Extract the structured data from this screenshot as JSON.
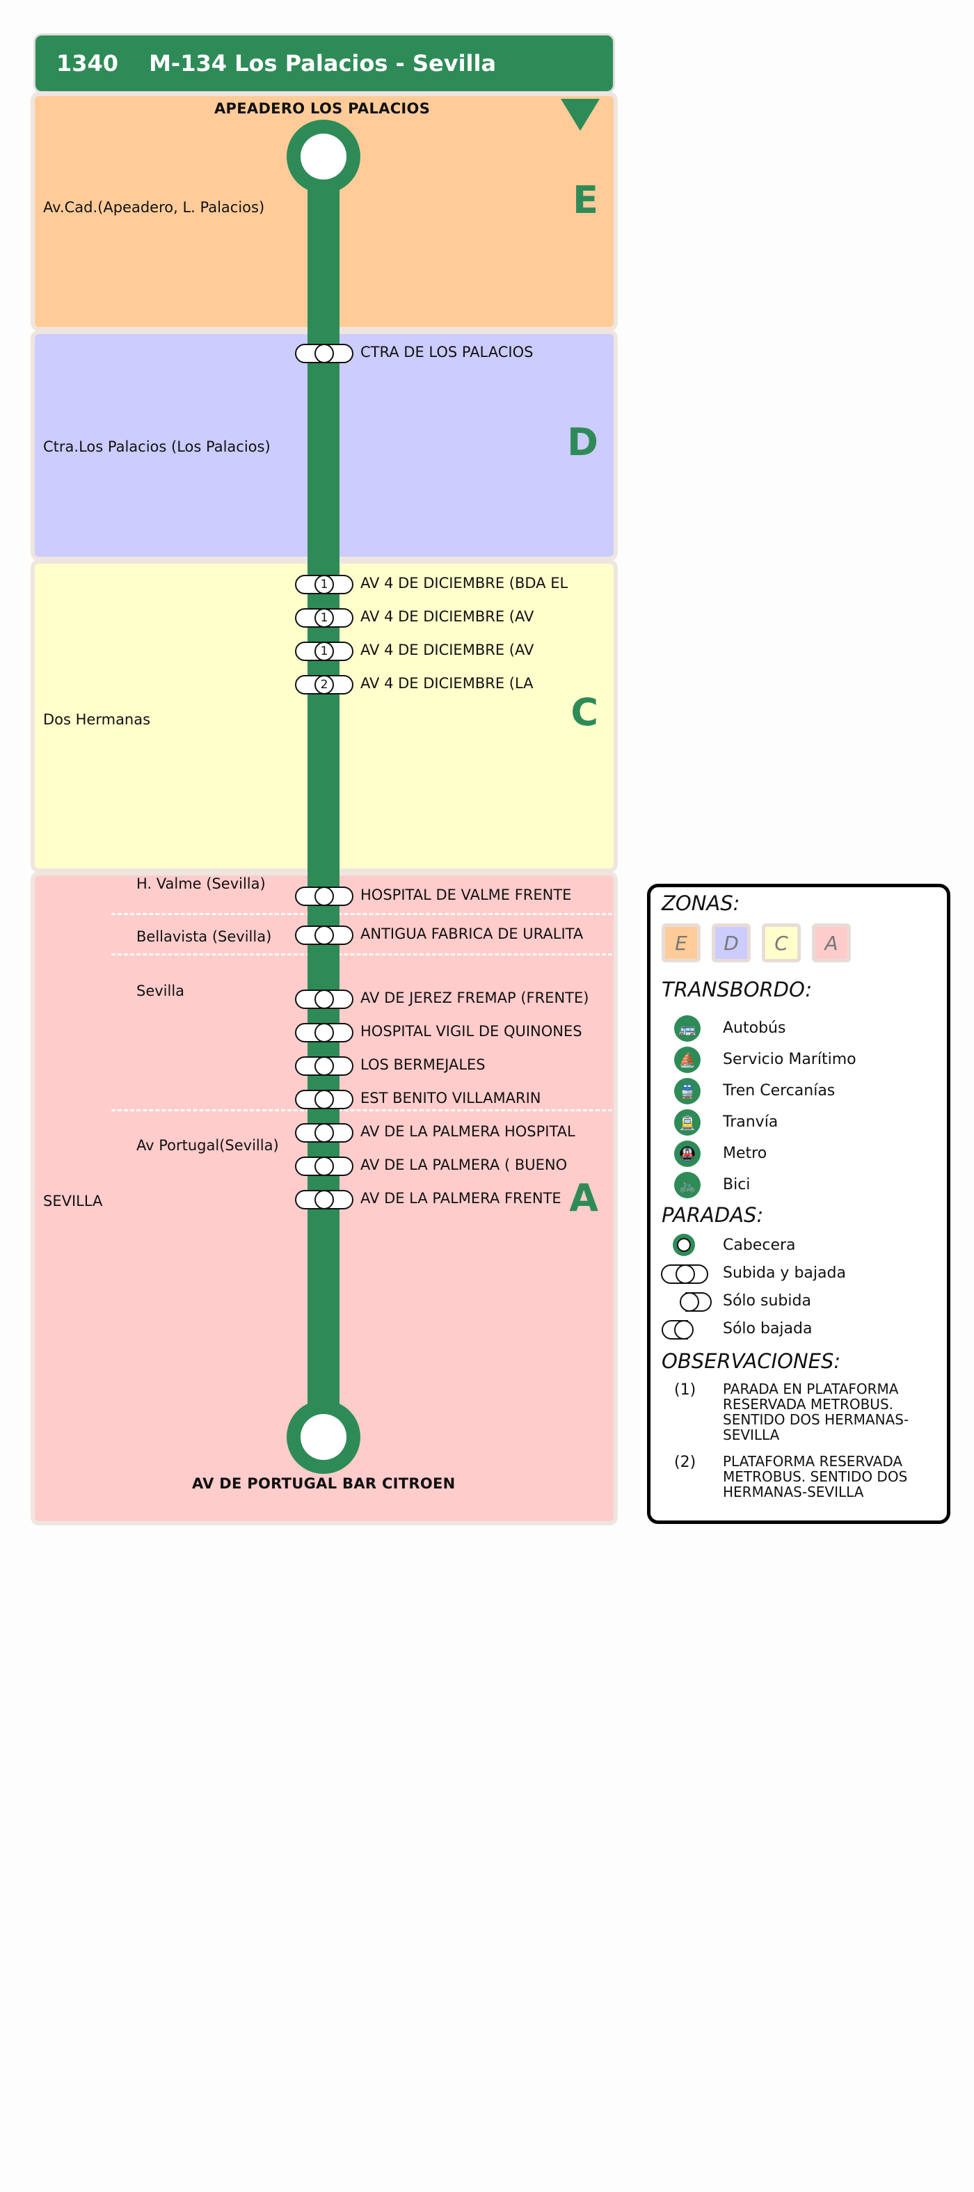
{
  "header": {
    "code": "1340",
    "name": "M-134 Los Palacios - Sevilla"
  },
  "direction_icon": "direction-triangle-icon",
  "terminals": {
    "origin": "APEADERO LOS PALACIOS",
    "destination": "AV DE PORTUGAL BAR CITROEN"
  },
  "zones": [
    {
      "letter": "E",
      "color": "#ffcc99",
      "area": "Av.Cad.(Apeadero, L. Palacios)"
    },
    {
      "letter": "D",
      "color": "#ccccff",
      "area": "Ctra.Los Palacios (Los Palacios)"
    },
    {
      "letter": "C",
      "color": "#ffffcc",
      "area": "Dos Hermanas"
    },
    {
      "letter": "A",
      "color": "#ffcccc",
      "area": "SEVILLA"
    }
  ],
  "sub_areas": [
    "H. Valme (Sevilla)",
    "Bellavista (Sevilla)",
    "Sevilla",
    "Av Portugal(Sevilla)"
  ],
  "stops": [
    {
      "name": "CTRA DE LOS PALACIOS",
      "note": ""
    },
    {
      "name": "AV 4 DE DICIEMBRE (BDA EL",
      "note": "1"
    },
    {
      "name": "AV 4 DE DICIEMBRE (AV",
      "note": "1"
    },
    {
      "name": "AV 4 DE DICIEMBRE (AV",
      "note": "1"
    },
    {
      "name": "AV 4 DE DICIEMBRE (LA",
      "note": "2"
    },
    {
      "name": "HOSPITAL DE VALME FRENTE",
      "note": ""
    },
    {
      "name": "ANTIGUA FABRICA DE URALITA",
      "note": ""
    },
    {
      "name": "AV DE JEREZ FREMAP (FRENTE)",
      "note": ""
    },
    {
      "name": "HOSPITAL VIGIL DE QUINONES",
      "note": ""
    },
    {
      "name": "LOS BERMEJALES",
      "note": ""
    },
    {
      "name": "EST BENITO VILLAMARIN",
      "note": ""
    },
    {
      "name": "AV DE LA PALMERA HOSPITAL",
      "note": ""
    },
    {
      "name": "AV DE LA PALMERA  ( BUENO",
      "note": ""
    },
    {
      "name": "AV DE LA PALMERA FRENTE",
      "note": ""
    }
  ],
  "legend": {
    "zones_title": "ZONAS:",
    "zone_letters": [
      "E",
      "D",
      "C",
      "A"
    ],
    "transfer_title": "TRANSBORDO:",
    "transfers": [
      {
        "label": "Autobús",
        "icon": "bus-icon"
      },
      {
        "label": "Servicio Marítimo",
        "icon": "boat-icon"
      },
      {
        "label": "Tren Cercanías",
        "icon": "train-icon"
      },
      {
        "label": "Tranvía",
        "icon": "tram-icon"
      },
      {
        "label": "Metro",
        "icon": "metro-icon"
      },
      {
        "label": "Bici",
        "icon": "bike-icon"
      }
    ],
    "stops_title": "PARADAS:",
    "stop_types": [
      {
        "label": "Cabecera",
        "icon": "terminal-stop-icon"
      },
      {
        "label": "Subida y bajada",
        "icon": "board-alight-stop-icon"
      },
      {
        "label": "Sólo subida",
        "icon": "board-only-stop-icon"
      },
      {
        "label": "Sólo bajada",
        "icon": "alight-only-stop-icon"
      }
    ],
    "obs_title": "OBSERVACIONES:",
    "observations": [
      {
        "num": "(1)",
        "text": "PARADA EN PLATAFORMA RESERVADA METROBUS. SENTIDO DOS HERMANAS-SEVILLA"
      },
      {
        "num": "(2)",
        "text": "PLATAFORMA RESERVADA METROBUS. SENTIDO DOS HERMANAS-SEVILLA"
      }
    ]
  }
}
